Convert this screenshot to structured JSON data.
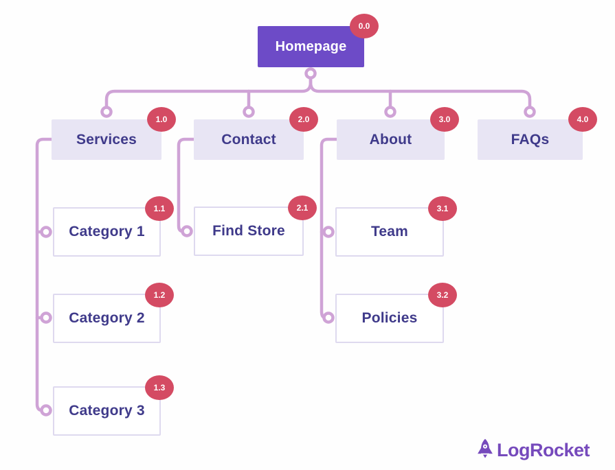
{
  "diagram": {
    "kind": "sitemap-tree",
    "nodes": [
      {
        "label": "Homepage",
        "badge": "0.0",
        "level": "root"
      },
      {
        "label": "Services",
        "badge": "1.0",
        "level": "section",
        "parent": "Homepage"
      },
      {
        "label": "Contact",
        "badge": "2.0",
        "level": "section",
        "parent": "Homepage"
      },
      {
        "label": "About",
        "badge": "3.0",
        "level": "section",
        "parent": "Homepage"
      },
      {
        "label": "FAQs",
        "badge": "4.0",
        "level": "section",
        "parent": "Homepage"
      },
      {
        "label": "Category 1",
        "badge": "1.1",
        "level": "page",
        "parent": "Services"
      },
      {
        "label": "Category 2",
        "badge": "1.2",
        "level": "page",
        "parent": "Services"
      },
      {
        "label": "Category 3",
        "badge": "1.3",
        "level": "page",
        "parent": "Services"
      },
      {
        "label": "Find Store",
        "badge": "2.1",
        "level": "page",
        "parent": "Contact"
      },
      {
        "label": "Team",
        "badge": "3.1",
        "level": "page",
        "parent": "About"
      },
      {
        "label": "Policies",
        "badge": "3.2",
        "level": "page",
        "parent": "About"
      }
    ],
    "colors": {
      "root_bg": "#6d4bc7",
      "root_text": "#ffffff",
      "section_bg": "#e8e5f4",
      "page_bg": "#ffffff",
      "page_border": "#ded9ef",
      "node_text": "#3f3a8a",
      "badge_bg": "#d44b63",
      "badge_text": "#ffffff",
      "connector": "#cfa3d6",
      "logo_color": "#764abc"
    }
  },
  "branding": {
    "logo_text": "LogRocket"
  }
}
